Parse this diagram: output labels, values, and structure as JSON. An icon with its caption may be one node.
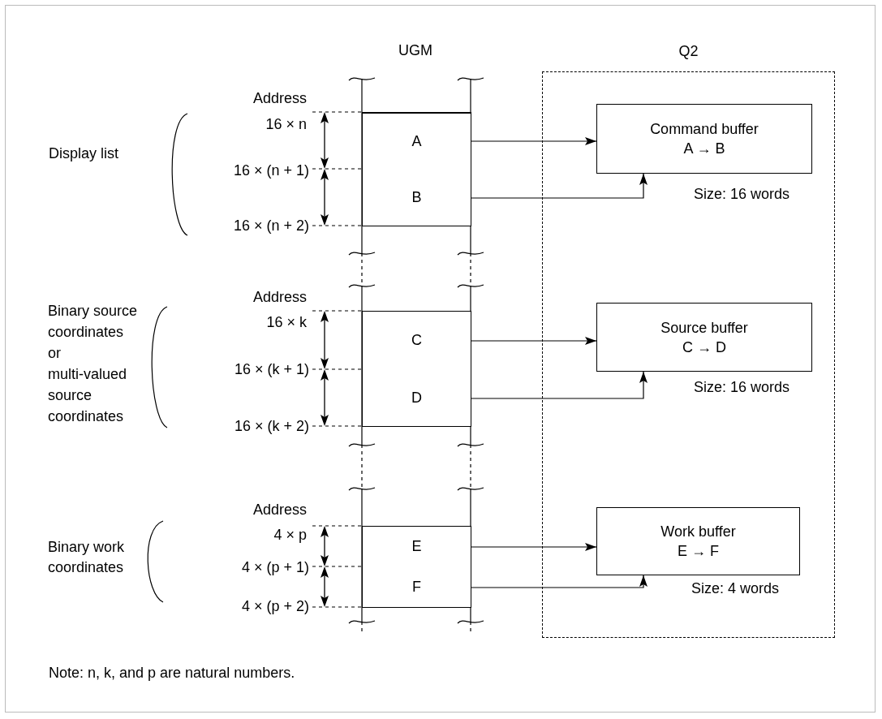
{
  "diagram": {
    "nodes": [
      {
        "text": [
          "A"
        ]
      },
      {
        "text": [
          "B"
        ]
      },
      {
        "text": [
          "C"
        ]
      },
      {
        "text": [
          "D"
        ]
      },
      {
        "text": [
          "E"
        ]
      },
      {
        "text": [
          "F"
        ]
      },
      {
        "text": [
          "Q2"
        ]
      },
      {
        "text": [
          "Command buffer",
          "A → B"
        ],
        "in": 6,
        "beside": [
          "Size: 16 words"
        ]
      },
      {
        "text": [
          "Source buffer",
          "C → D"
        ],
        "in": 6,
        "beside": [
          "Size: 16 words"
        ]
      },
      {
        "text": [
          "Work buffer",
          "E → F"
        ],
        "in": 6,
        "beside": [
          "Size: 4 words"
        ]
      }
    ],
    "edges": [
      {
        "from": 0,
        "to": 7,
        "arrow": "to"
      },
      {
        "from": 1,
        "to": 7,
        "arrow": "to"
      },
      {
        "from": 2,
        "to": 8,
        "arrow": "to"
      },
      {
        "from": 3,
        "to": 8,
        "arrow": "to"
      },
      {
        "from": 4,
        "to": 9,
        "arrow": "to"
      },
      {
        "from": 5,
        "to": 9,
        "arrow": "to"
      }
    ],
    "labels": [
      "UGM",
      "Address",
      "16 × n",
      "Display list",
      "16 × (n + 1)",
      "16 × (n + 2)",
      "Address",
      "16 × k",
      "Binary source coordinates or multi-valued source coordinates",
      "16 × (k + 1)",
      "16 × (k + 2)",
      "Address",
      "4 × p",
      "Binary work coordinates",
      "4 × (p + 1)",
      "4 × (p + 2)",
      "Note:  n, k, and p are natural numbers."
    ]
  }
}
